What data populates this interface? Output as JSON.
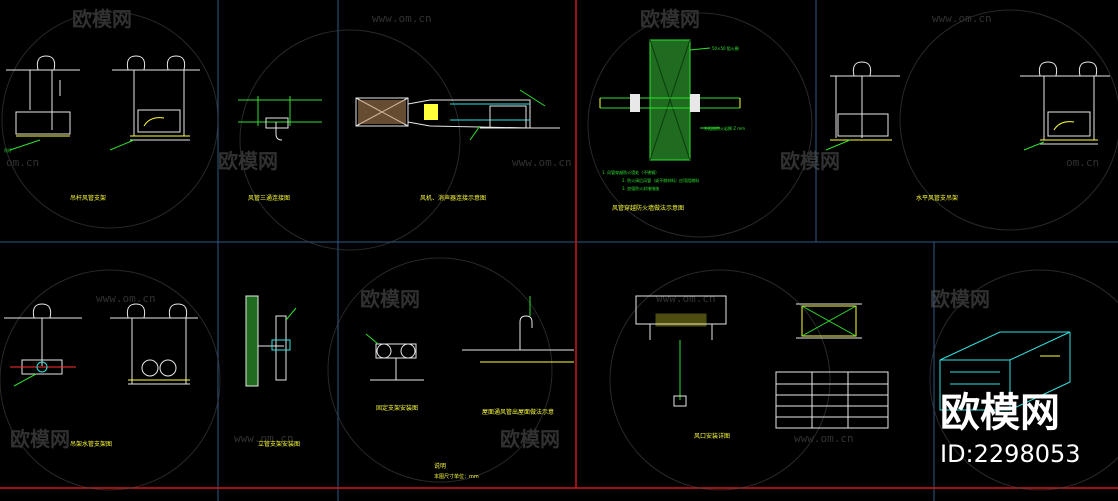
{
  "watermark": {
    "brand": "欧模网",
    "url": "www.om.cn",
    "url_short": "om.cn",
    "id_text": "ID:2298053"
  },
  "drawing_text": {
    "wall_note": "50×50 阻火圈",
    "wall_note_2": "外阻燃防火岩棉 Z mm",
    "note_heading": "说明",
    "notes_1": "1. 风管穿越防火墙处（不锈钢）",
    "notes_2": "2. 防火阀后风管（或不燃材料）应用阻燃料",
    "notes_3": "3. 加强防火封堵措施",
    "bottom_note": "本图尺寸单位：mm"
  },
  "colors": {
    "background": "#000000",
    "frame_red": "#d01818",
    "grid_blue": "#2c5a88",
    "line_white": "#e8e8e8",
    "line_green": "#2ee02e",
    "line_yellow": "#ffff3a",
    "line_cyan": "#33e0e0",
    "line_magenta": "#e033e0",
    "line_red": "#ff3030",
    "wall_green": "#1f6b1f"
  }
}
